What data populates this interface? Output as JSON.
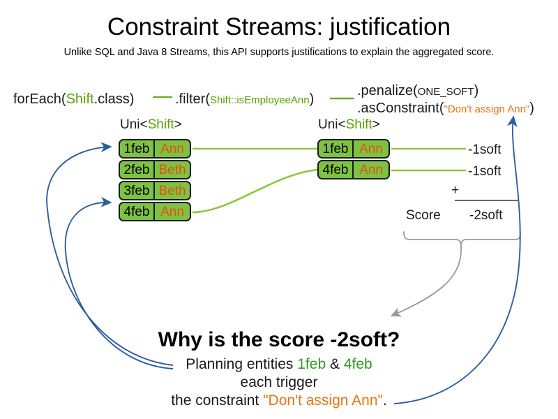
{
  "header": {
    "title": "Constraint Streams: justification",
    "subtitle": "Unlike SQL and Java 8 Streams, this API supports justifications to explain the aggregated score."
  },
  "code": {
    "foreach": {
      "prefix": "forEach(",
      "type": "Shift",
      "suffix": ".class)"
    },
    "filter": {
      "prefix": ".filter(",
      "ref": "Shift::isEmployeeAnn",
      "suffix": ")"
    },
    "penalize": {
      "prefix": ".penalize(",
      "arg": "ONE_SOFT",
      "suffix": ")"
    },
    "asconstraint": {
      "prefix": ".asConstraint(",
      "arg": "\"Don't assign Ann\"",
      "suffix": ")"
    }
  },
  "streams": {
    "left": {
      "label_prefix": "Uni<",
      "label_type": "Shift",
      "label_suffix": ">",
      "rows": [
        {
          "date": "1feb",
          "name": "Ann"
        },
        {
          "date": "2feb",
          "name": "Beth"
        },
        {
          "date": "3feb",
          "name": "Beth"
        },
        {
          "date": "4feb",
          "name": "Ann"
        }
      ]
    },
    "right": {
      "label_prefix": "Uni<",
      "label_type": "Shift",
      "label_suffix": ">",
      "rows": [
        {
          "date": "1feb",
          "name": "Ann"
        },
        {
          "date": "4feb",
          "name": "Ann"
        }
      ]
    }
  },
  "score": {
    "penalties": [
      "-1soft",
      "-1soft"
    ],
    "operator": "+",
    "label": "Score",
    "total": "-2soft"
  },
  "explanation": {
    "heading": "Why is the score -2soft?",
    "line1_prefix": "Planning entities ",
    "entity_a": "1feb",
    "line1_mid": " & ",
    "entity_b": "4feb",
    "line2": "each trigger",
    "line3_prefix": "the constraint ",
    "constraint": "\"Don't assign Ann\"",
    "line3_suffix": "."
  },
  "colors": {
    "green_box": "#7dc242",
    "green_text": "#58a300",
    "orange_text": "#e8500f",
    "orange_string": "#e8730c",
    "blue_arrow": "#2b5f9e",
    "gray_arrow": "#9a9a9a",
    "green_line": "#8cc63e"
  }
}
